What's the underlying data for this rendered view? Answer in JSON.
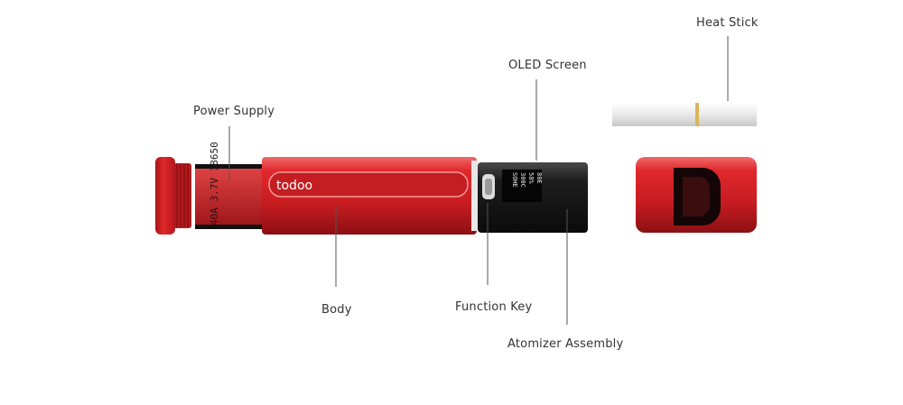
{
  "labels": {
    "heat_stick": "Heat Stick",
    "oled_screen": "OLED Screen",
    "power_supply": "Power Supply",
    "body": "Body",
    "function_key": "Function Key",
    "atomizer_assembly": "Atomizer Assembly"
  },
  "device": {
    "brand": "todoo",
    "battery_print": "40A  3.7V  18650",
    "oled_readout": [
      "SOHE",
      "300C",
      "58%",
      "80E"
    ]
  },
  "colors": {
    "red": "#d01f24",
    "black": "#1a1a1a",
    "stick_white": "#ececec",
    "line": "#555555"
  }
}
